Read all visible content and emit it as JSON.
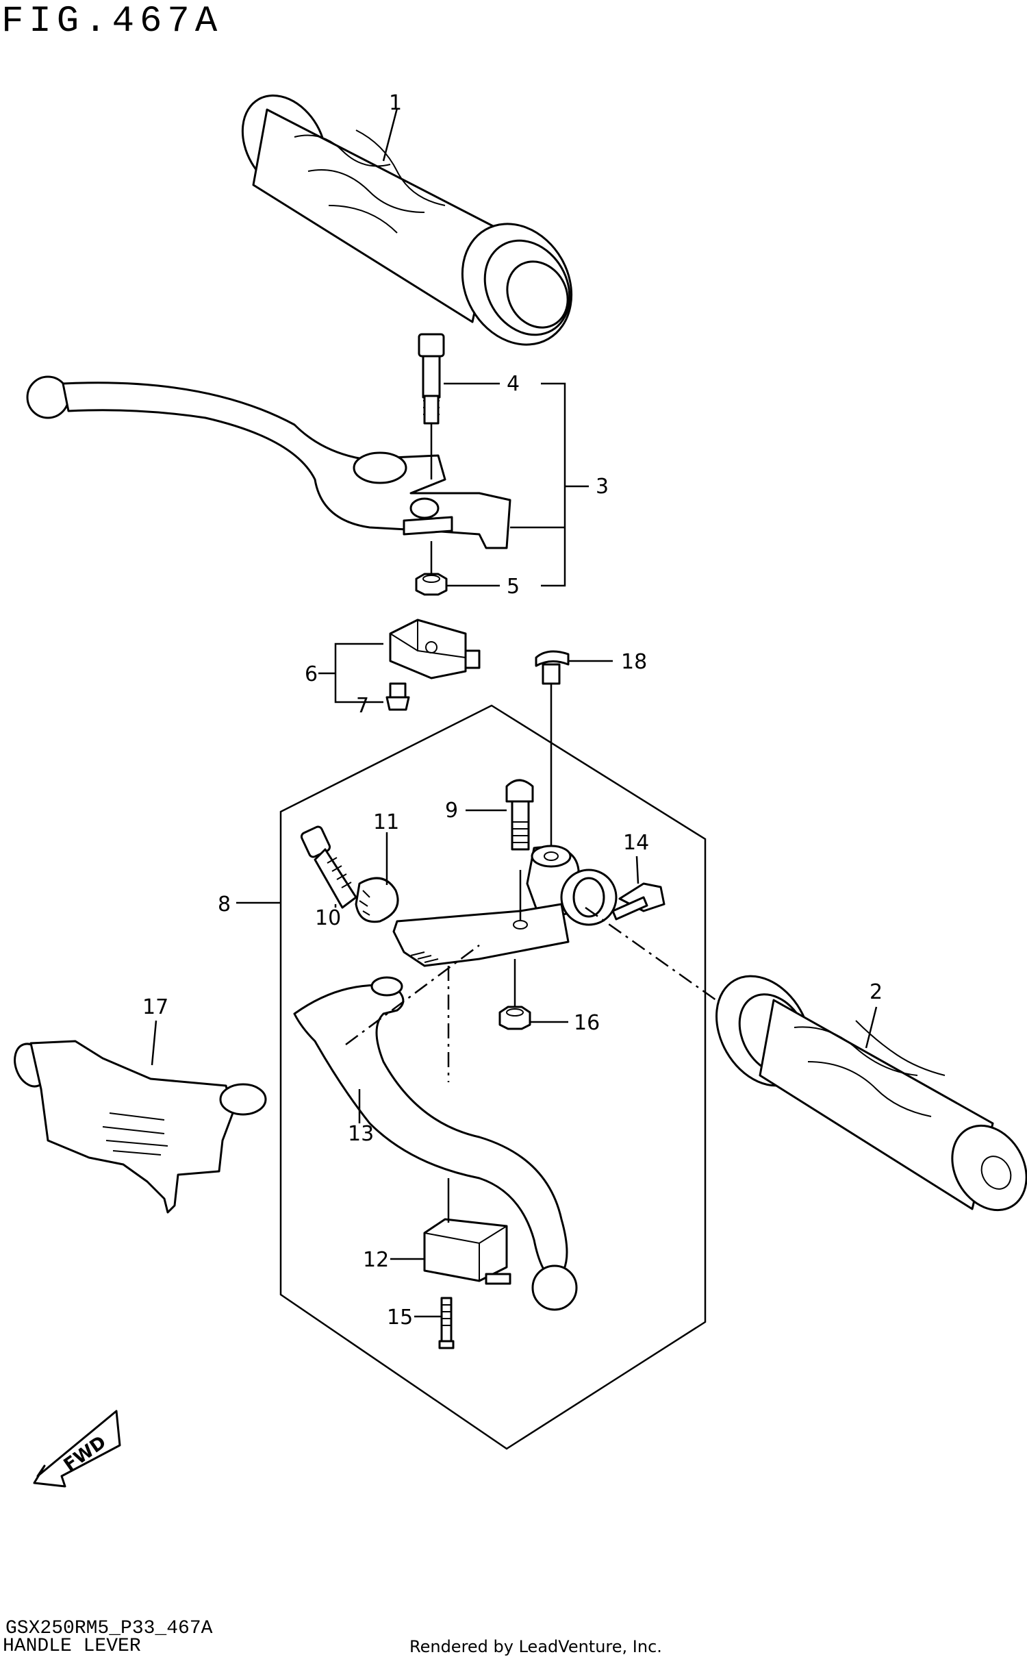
{
  "header": {
    "figure_title": "FIG.467A"
  },
  "callouts": [
    {
      "id": "1",
      "label": "1"
    },
    {
      "id": "2",
      "label": "2"
    },
    {
      "id": "3",
      "label": "3"
    },
    {
      "id": "4",
      "label": "4"
    },
    {
      "id": "5",
      "label": "5"
    },
    {
      "id": "6",
      "label": "6"
    },
    {
      "id": "7",
      "label": "7"
    },
    {
      "id": "8",
      "label": "8"
    },
    {
      "id": "9",
      "label": "9"
    },
    {
      "id": "10",
      "label": "10"
    },
    {
      "id": "11",
      "label": "11"
    },
    {
      "id": "12",
      "label": "12"
    },
    {
      "id": "13",
      "label": "13"
    },
    {
      "id": "14",
      "label": "14"
    },
    {
      "id": "15",
      "label": "15"
    },
    {
      "id": "16",
      "label": "16"
    },
    {
      "id": "17",
      "label": "17"
    },
    {
      "id": "18",
      "label": "18"
    }
  ],
  "fwd_arrow": {
    "label": "FWD"
  },
  "footer": {
    "model_code": "GSX250RM5_P33_467A",
    "section_name": "HANDLE LEVER",
    "rendered_by": "Rendered by LeadVenture, Inc."
  }
}
